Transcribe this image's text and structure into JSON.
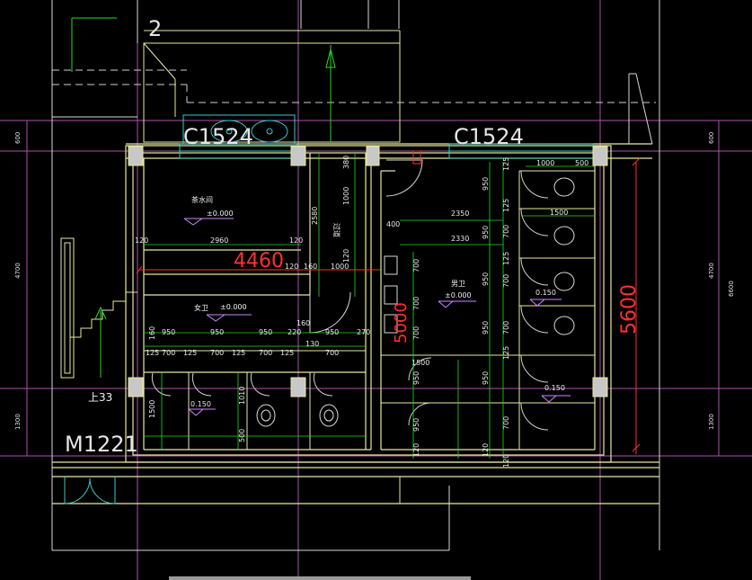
{
  "labels": {
    "floor_num": "2",
    "window_left": "C1524",
    "window_right": "C1524",
    "door_code": "M1221",
    "stair_up": "上33",
    "width_total": "4460",
    "height_total": "5600",
    "stair_dim": "5000"
  },
  "rooms": {
    "tea": "茶水间",
    "tea_elev": "±0.000",
    "corridor": "过道",
    "female": "女卫",
    "female_elev": "±0.000",
    "male": "男卫",
    "male_elev": "±0.000",
    "slope_a": "0.150",
    "slope_b": "0.150",
    "slope_c": "0.150"
  },
  "dims": {
    "d2960": "2960",
    "d120a": "120",
    "d120b": "120",
    "d120c": "120",
    "d160": "160",
    "d1000": "1000",
    "d2580": "2580",
    "d380": "380",
    "d1000v": "1000",
    "d120v": "120",
    "d400": "400",
    "d950a": "950",
    "d950b": "950",
    "d950c": "950",
    "d950d": "950",
    "d700a": "700",
    "d700b": "700",
    "d700c": "700",
    "d700d": "700",
    "d125a": "125",
    "d125b": "125",
    "d125c": "125",
    "d125d": "125",
    "d220": "220",
    "d130": "130",
    "d270": "270",
    "d160b": "160",
    "d1500": "1500",
    "d1010": "1010",
    "d500": "500",
    "d160v": "160",
    "d2350": "2350",
    "d2330": "2330",
    "d1000t": "1000",
    "d500t": "500",
    "d1500r": "1500",
    "d1500l": "1500",
    "r950a": "950",
    "r950b": "950",
    "r950c": "950",
    "r950d": "950",
    "r950e": "950",
    "r125a": "125",
    "r125b": "125",
    "r125c": "125",
    "r125d": "125",
    "r700a": "700",
    "r700b": "700",
    "r700c": "700",
    "r700d": "700",
    "r120a": "120",
    "r120b": "120",
    "m700a": "700",
    "m700b": "700",
    "m700c": "700",
    "m950a": "950",
    "m950b": "950",
    "m120": "120"
  },
  "axes": {
    "l600": "600",
    "l4700": "4700",
    "l1300": "1300",
    "r600": "600",
    "r4700": "4700",
    "r1300": "1300",
    "r6600": "6600"
  },
  "colors": {
    "background": "#000000",
    "wall": "#e8e8a0",
    "green": "#22dd22",
    "axis_magenta": "#cc55cc",
    "cyan": "#33cccc",
    "red": "#ff3030",
    "column": "#c8c8c8"
  }
}
